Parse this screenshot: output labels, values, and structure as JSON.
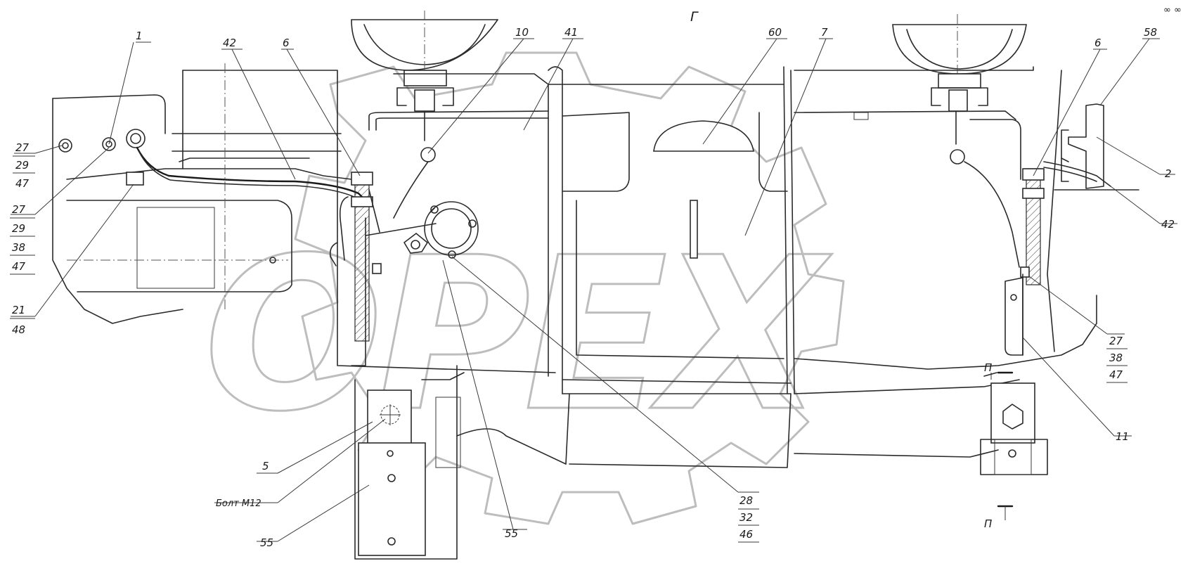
{
  "view_label": "Г",
  "section_label": "П",
  "watermark": "OPEX",
  "callouts": [
    {
      "id": "c1",
      "text": "1"
    },
    {
      "id": "c42a",
      "text": "42"
    },
    {
      "id": "c6a",
      "text": "6"
    },
    {
      "id": "c10",
      "text": "10"
    },
    {
      "id": "c41",
      "text": "41"
    },
    {
      "id": "c60",
      "text": "60"
    },
    {
      "id": "c7",
      "text": "7"
    },
    {
      "id": "c6b",
      "text": "6"
    },
    {
      "id": "c58",
      "text": "58"
    },
    {
      "id": "c2",
      "text": "2"
    },
    {
      "id": "c42b",
      "text": "42"
    },
    {
      "id": "c11",
      "text": "11"
    },
    {
      "id": "c5",
      "text": "5"
    },
    {
      "id": "c55a",
      "text": "55"
    },
    {
      "id": "c55b",
      "text": "55"
    },
    {
      "id": "c_bolt",
      "text": "Болт М12"
    }
  ],
  "callout_stacks": [
    {
      "id": "s1",
      "lines": [
        "27",
        "29",
        "47"
      ]
    },
    {
      "id": "s2",
      "lines": [
        "27",
        "29",
        "38",
        "47"
      ]
    },
    {
      "id": "s3",
      "lines": [
        "21",
        "48"
      ]
    },
    {
      "id": "s4",
      "lines": [
        "27",
        "38",
        "47"
      ]
    },
    {
      "id": "s5",
      "lines": [
        "28",
        "32",
        "46"
      ]
    }
  ],
  "corner_mark": "∞ ∞"
}
